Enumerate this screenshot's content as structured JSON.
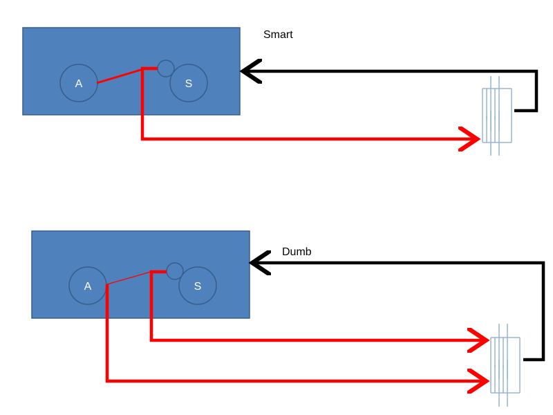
{
  "colors": {
    "box_fill": "#4f81bd",
    "box_stroke": "#385d8a",
    "red_wire": "#ff0000",
    "black_wire": "#000000",
    "battery_stroke": "#95b3d7",
    "background": "#ffffff"
  },
  "diagrams": [
    {
      "label": "Smart",
      "circle_a_label": "A",
      "circle_s_label": "S"
    },
    {
      "label": "Dumb",
      "circle_a_label": "A",
      "circle_s_label": "S"
    }
  ]
}
